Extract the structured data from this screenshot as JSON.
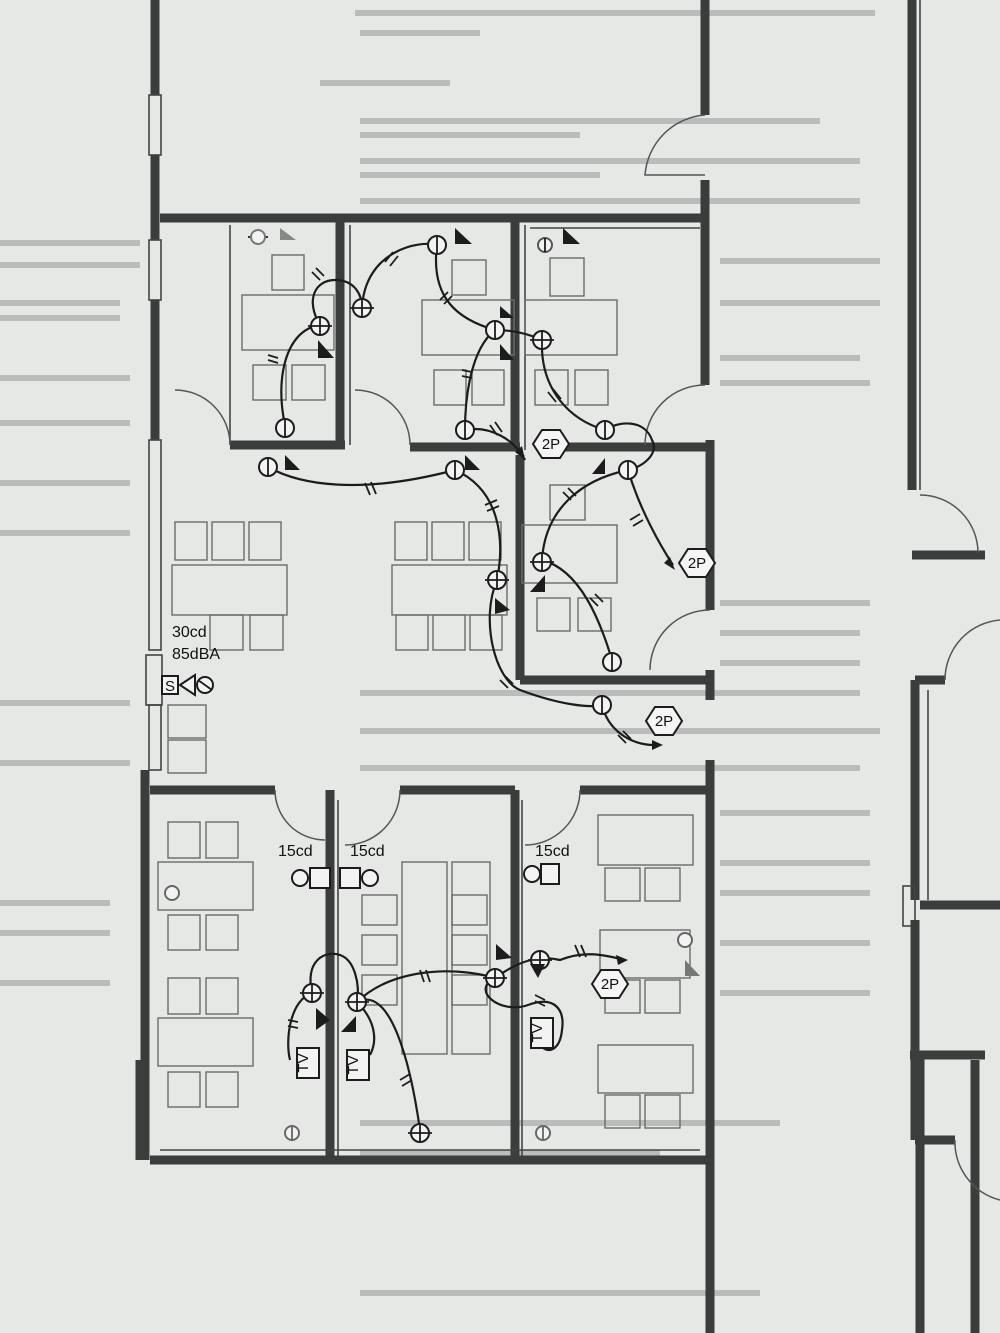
{
  "drawing": {
    "home_run_label": "2P",
    "fire_alarm": {
      "main": {
        "candela": "30cd",
        "sound": "85dBA",
        "switch_letter": "S"
      },
      "strobes": [
        "15cd",
        "15cd",
        "15cd"
      ]
    },
    "tv_label": "TV",
    "home_runs_count": 4,
    "tv_outlets_count": 3
  },
  "legend_colors": {
    "wire": "#1c1c1c",
    "walls": "#3b3d3c",
    "paper": "#e6e8e6"
  }
}
